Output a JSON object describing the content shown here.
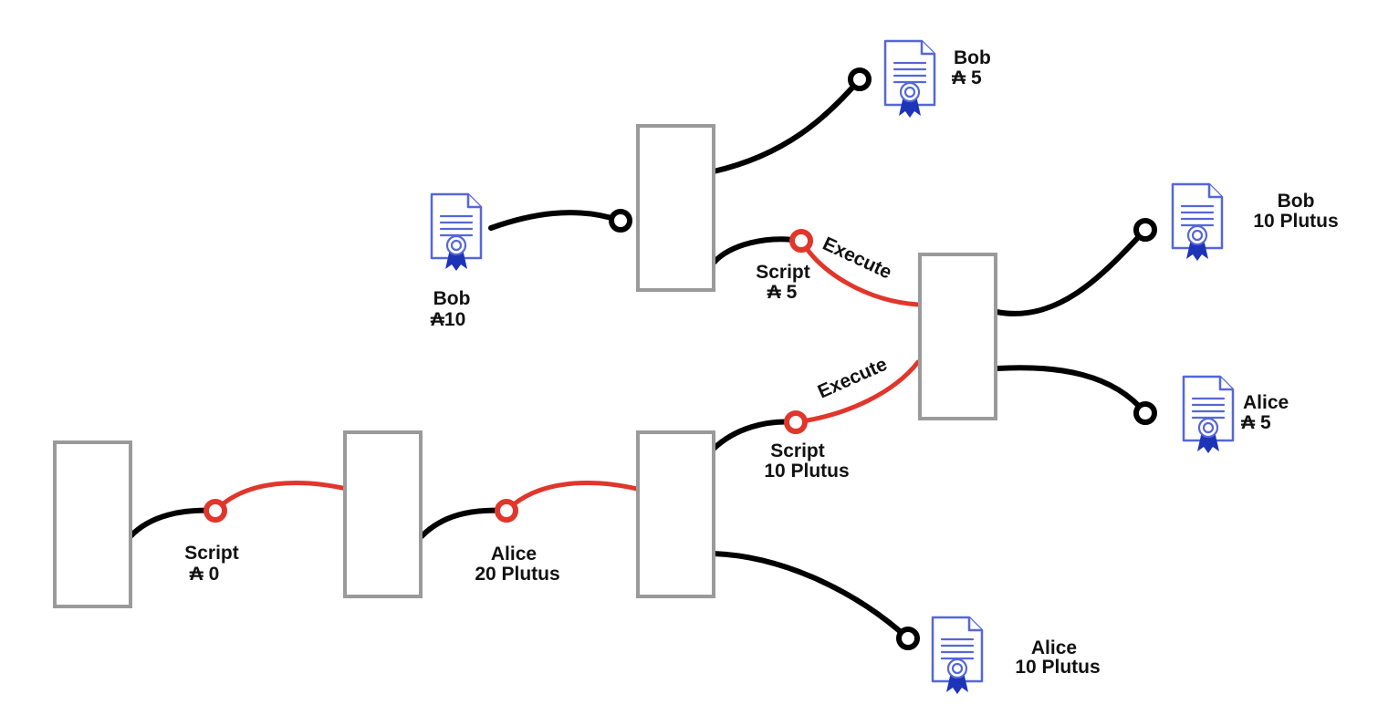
{
  "labels": {
    "bob_10": {
      "name": "Bob",
      "amount": "₳10"
    },
    "script_5": {
      "name": "Script",
      "amount": "₳ 5"
    },
    "bob_5": {
      "name": "Bob",
      "amount": "₳ 5"
    },
    "bob_10_plutus": {
      "name": "Bob",
      "amount": "10 Plutus"
    },
    "alice_5": {
      "name": "Alice",
      "amount": "₳ 5"
    },
    "script_10_plutus": {
      "name": "Script",
      "amount": "10 Plutus"
    },
    "script_0": {
      "name": "Script",
      "amount": "₳ 0"
    },
    "alice_20_plutus": {
      "name": "Alice",
      "amount": "20 Plutus"
    },
    "alice_10_plutus": {
      "name": "Alice",
      "amount": "10 Plutus"
    }
  },
  "edges": {
    "execute_top": "Execute",
    "execute_bottom": "Execute"
  },
  "icons": {
    "certificate": "certificate-icon"
  },
  "colors": {
    "wire": "#000000",
    "script_wire": "#e0362b",
    "box_stroke": "#9a9a9a",
    "certificate": "#5567d8",
    "ribbon": "#1d34b8"
  }
}
